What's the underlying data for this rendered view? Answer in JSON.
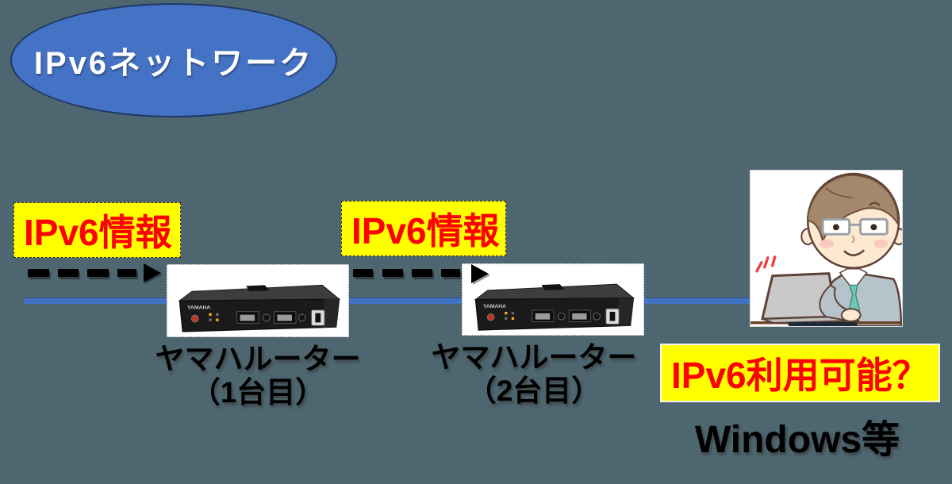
{
  "scene": {
    "title": "IPv6ネットワーク"
  },
  "info_labels": {
    "first": "IPv6情報",
    "second": "IPv6情報",
    "question": "IPv6利用可能？"
  },
  "routers": {
    "first": {
      "name_line1": "ヤマハルーター",
      "name_line2": "（1台目）"
    },
    "second": {
      "name_line1": "ヤマハルーター",
      "name_line2": "（2台目）"
    }
  },
  "client": {
    "caption": "Windows等"
  },
  "icons": {
    "router1": "yamaha-router-photo",
    "router2": "yamaha-router-photo",
    "client": "businessman-at-laptop-illustration"
  },
  "colors": {
    "background": "#4D6670",
    "cloud_fill": "#4472C4",
    "cloud_border": "#1F3864",
    "link_line": "#4472C4",
    "highlight_bg": "#FFFF00",
    "highlight_text": "#FF0000",
    "arrow": "#000000",
    "caption_text": "#000000"
  }
}
